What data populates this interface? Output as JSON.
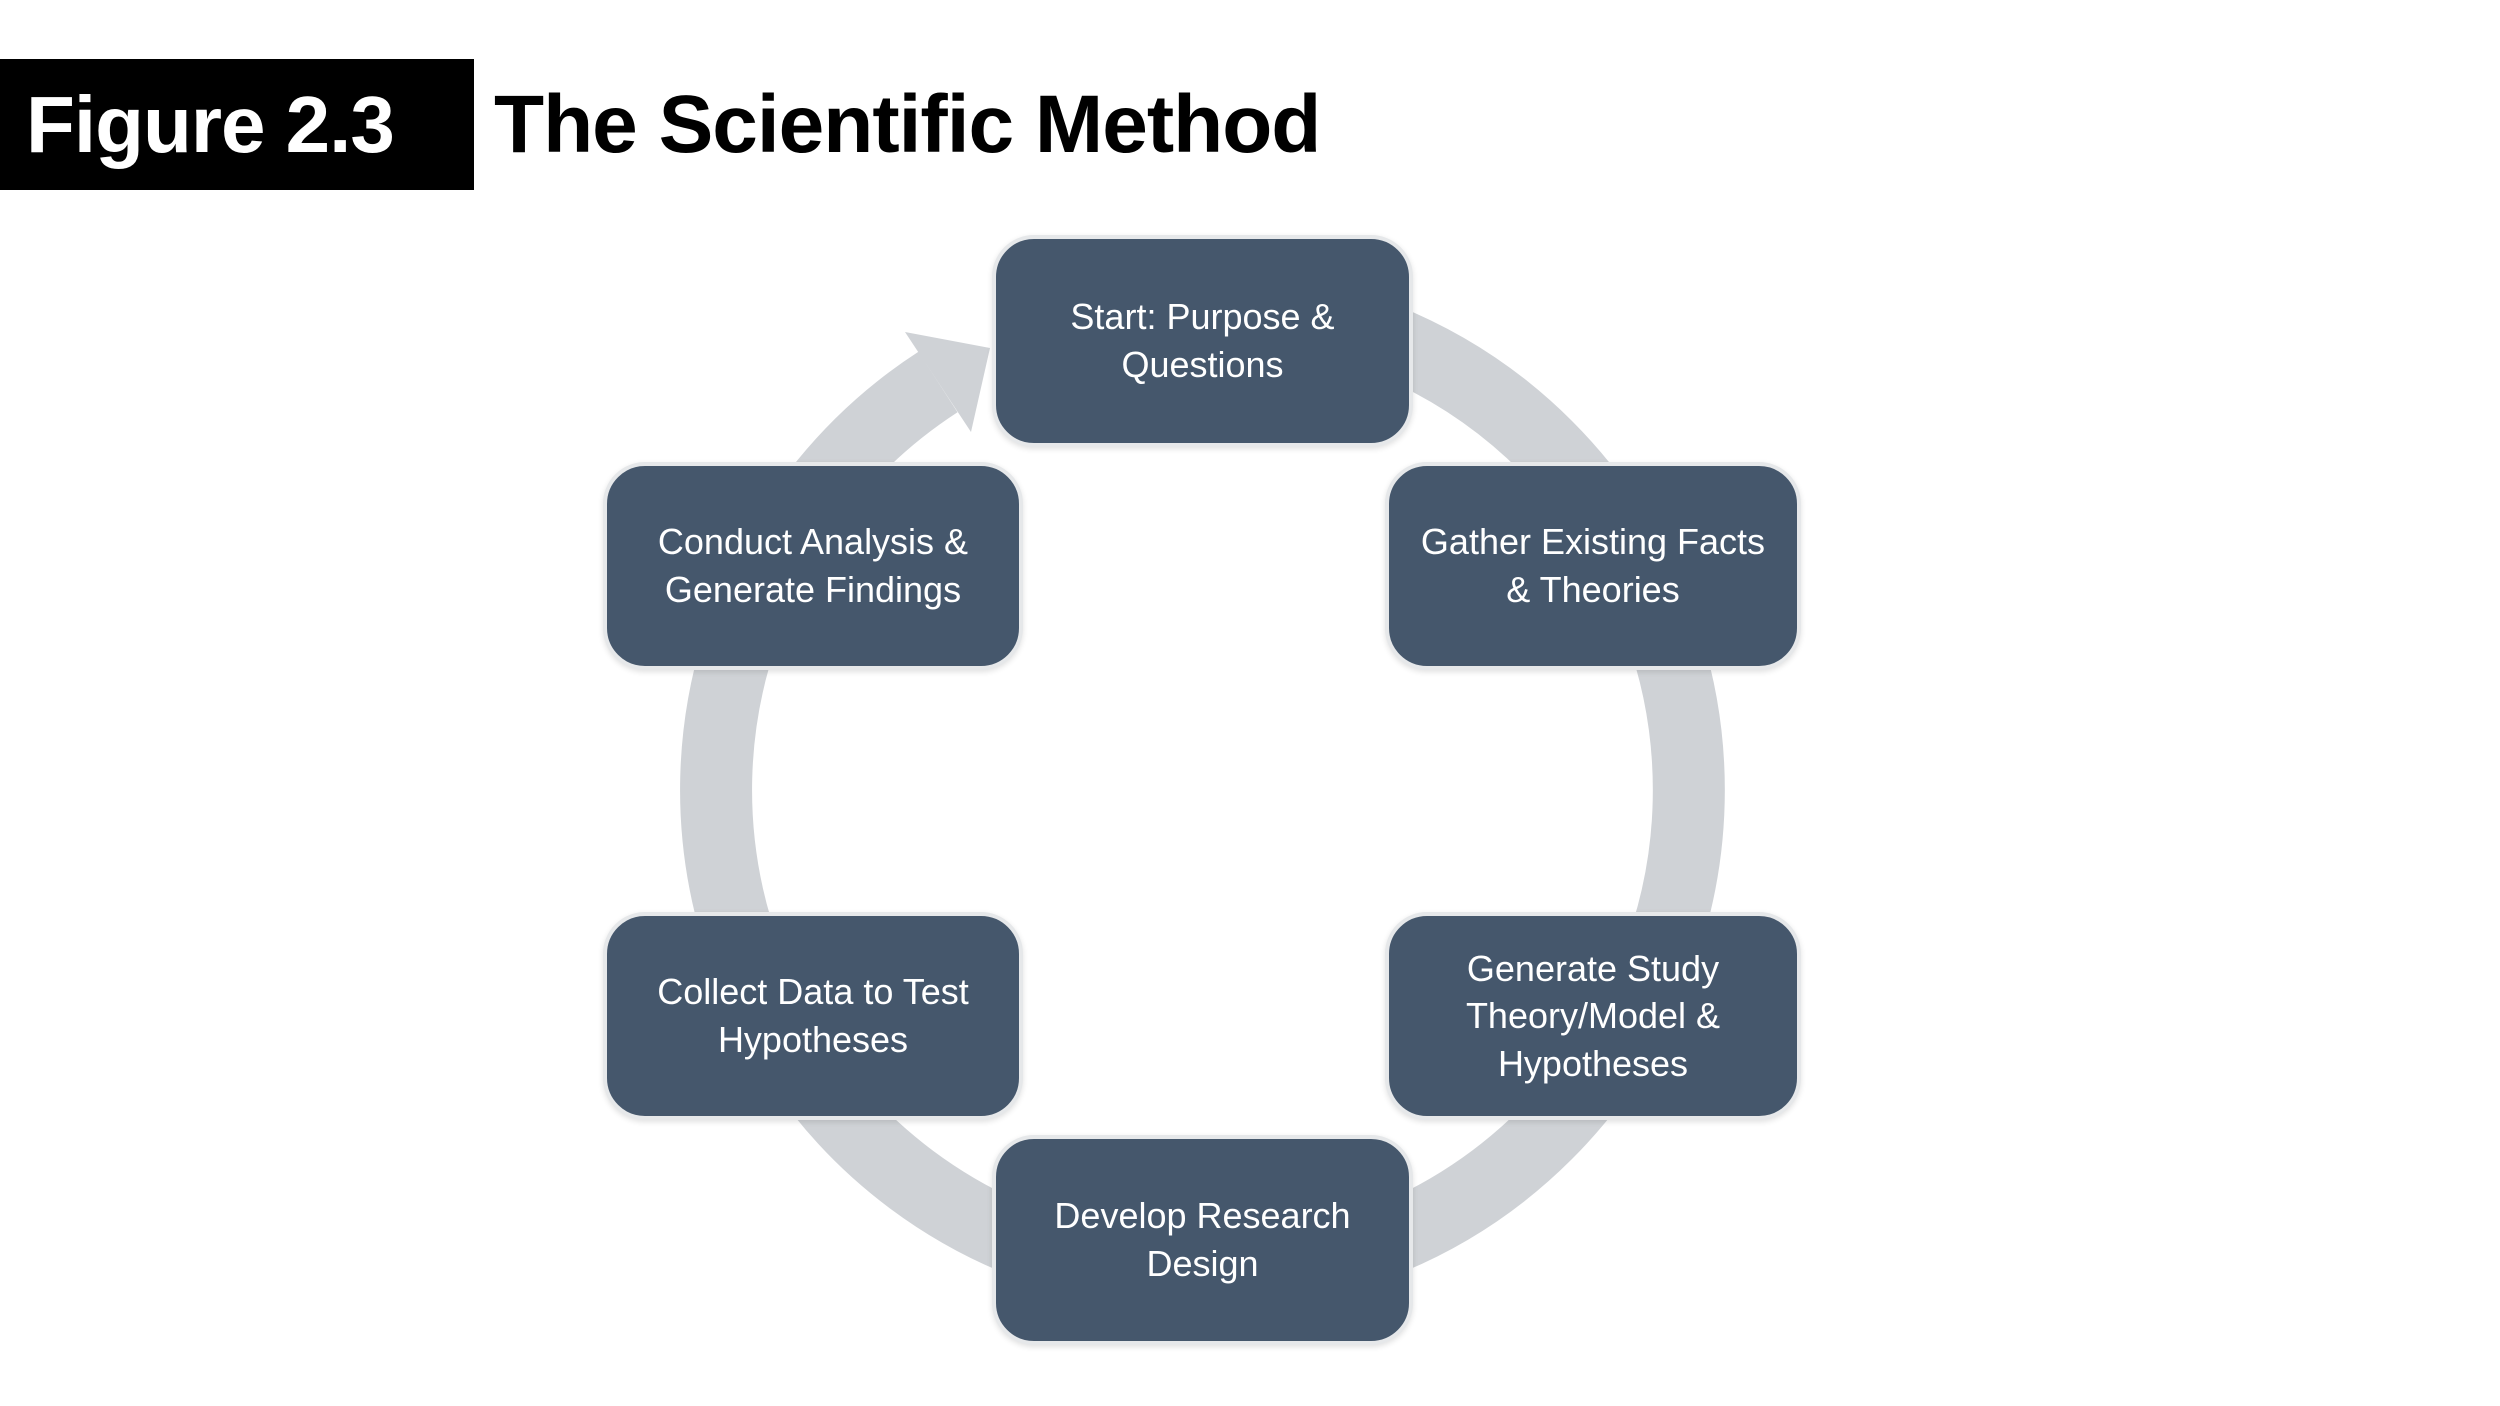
{
  "header": {
    "figure_label": "Figure 2.3",
    "title": "The Scientific Method"
  },
  "diagram": {
    "type": "cycle",
    "direction": "clockwise",
    "steps": [
      {
        "id": 1,
        "position": "top",
        "label": "Start: Purpose & Questions"
      },
      {
        "id": 2,
        "position": "right-upper",
        "label": "Gather Existing Facts & Theories"
      },
      {
        "id": 3,
        "position": "right-lower",
        "label": "Generate Study Theory/Model & Hypotheses"
      },
      {
        "id": 4,
        "position": "bottom",
        "label": "Develop Research Design"
      },
      {
        "id": 5,
        "position": "left-lower",
        "label": "Collect Data to Test Hypotheses"
      },
      {
        "id": 6,
        "position": "left-upper",
        "label": "Conduct Analysis & Generate Findings"
      }
    ]
  },
  "colors": {
    "page_background": "#FFFFFF",
    "header_label_background": "#000000",
    "header_label_text": "#FFFFFF",
    "title_text": "#000000",
    "box_fill": "#45576C",
    "box_border": "#E6E8EA",
    "box_text": "#FFFFFF",
    "cycle_arrow": "#CFD2D6"
  }
}
